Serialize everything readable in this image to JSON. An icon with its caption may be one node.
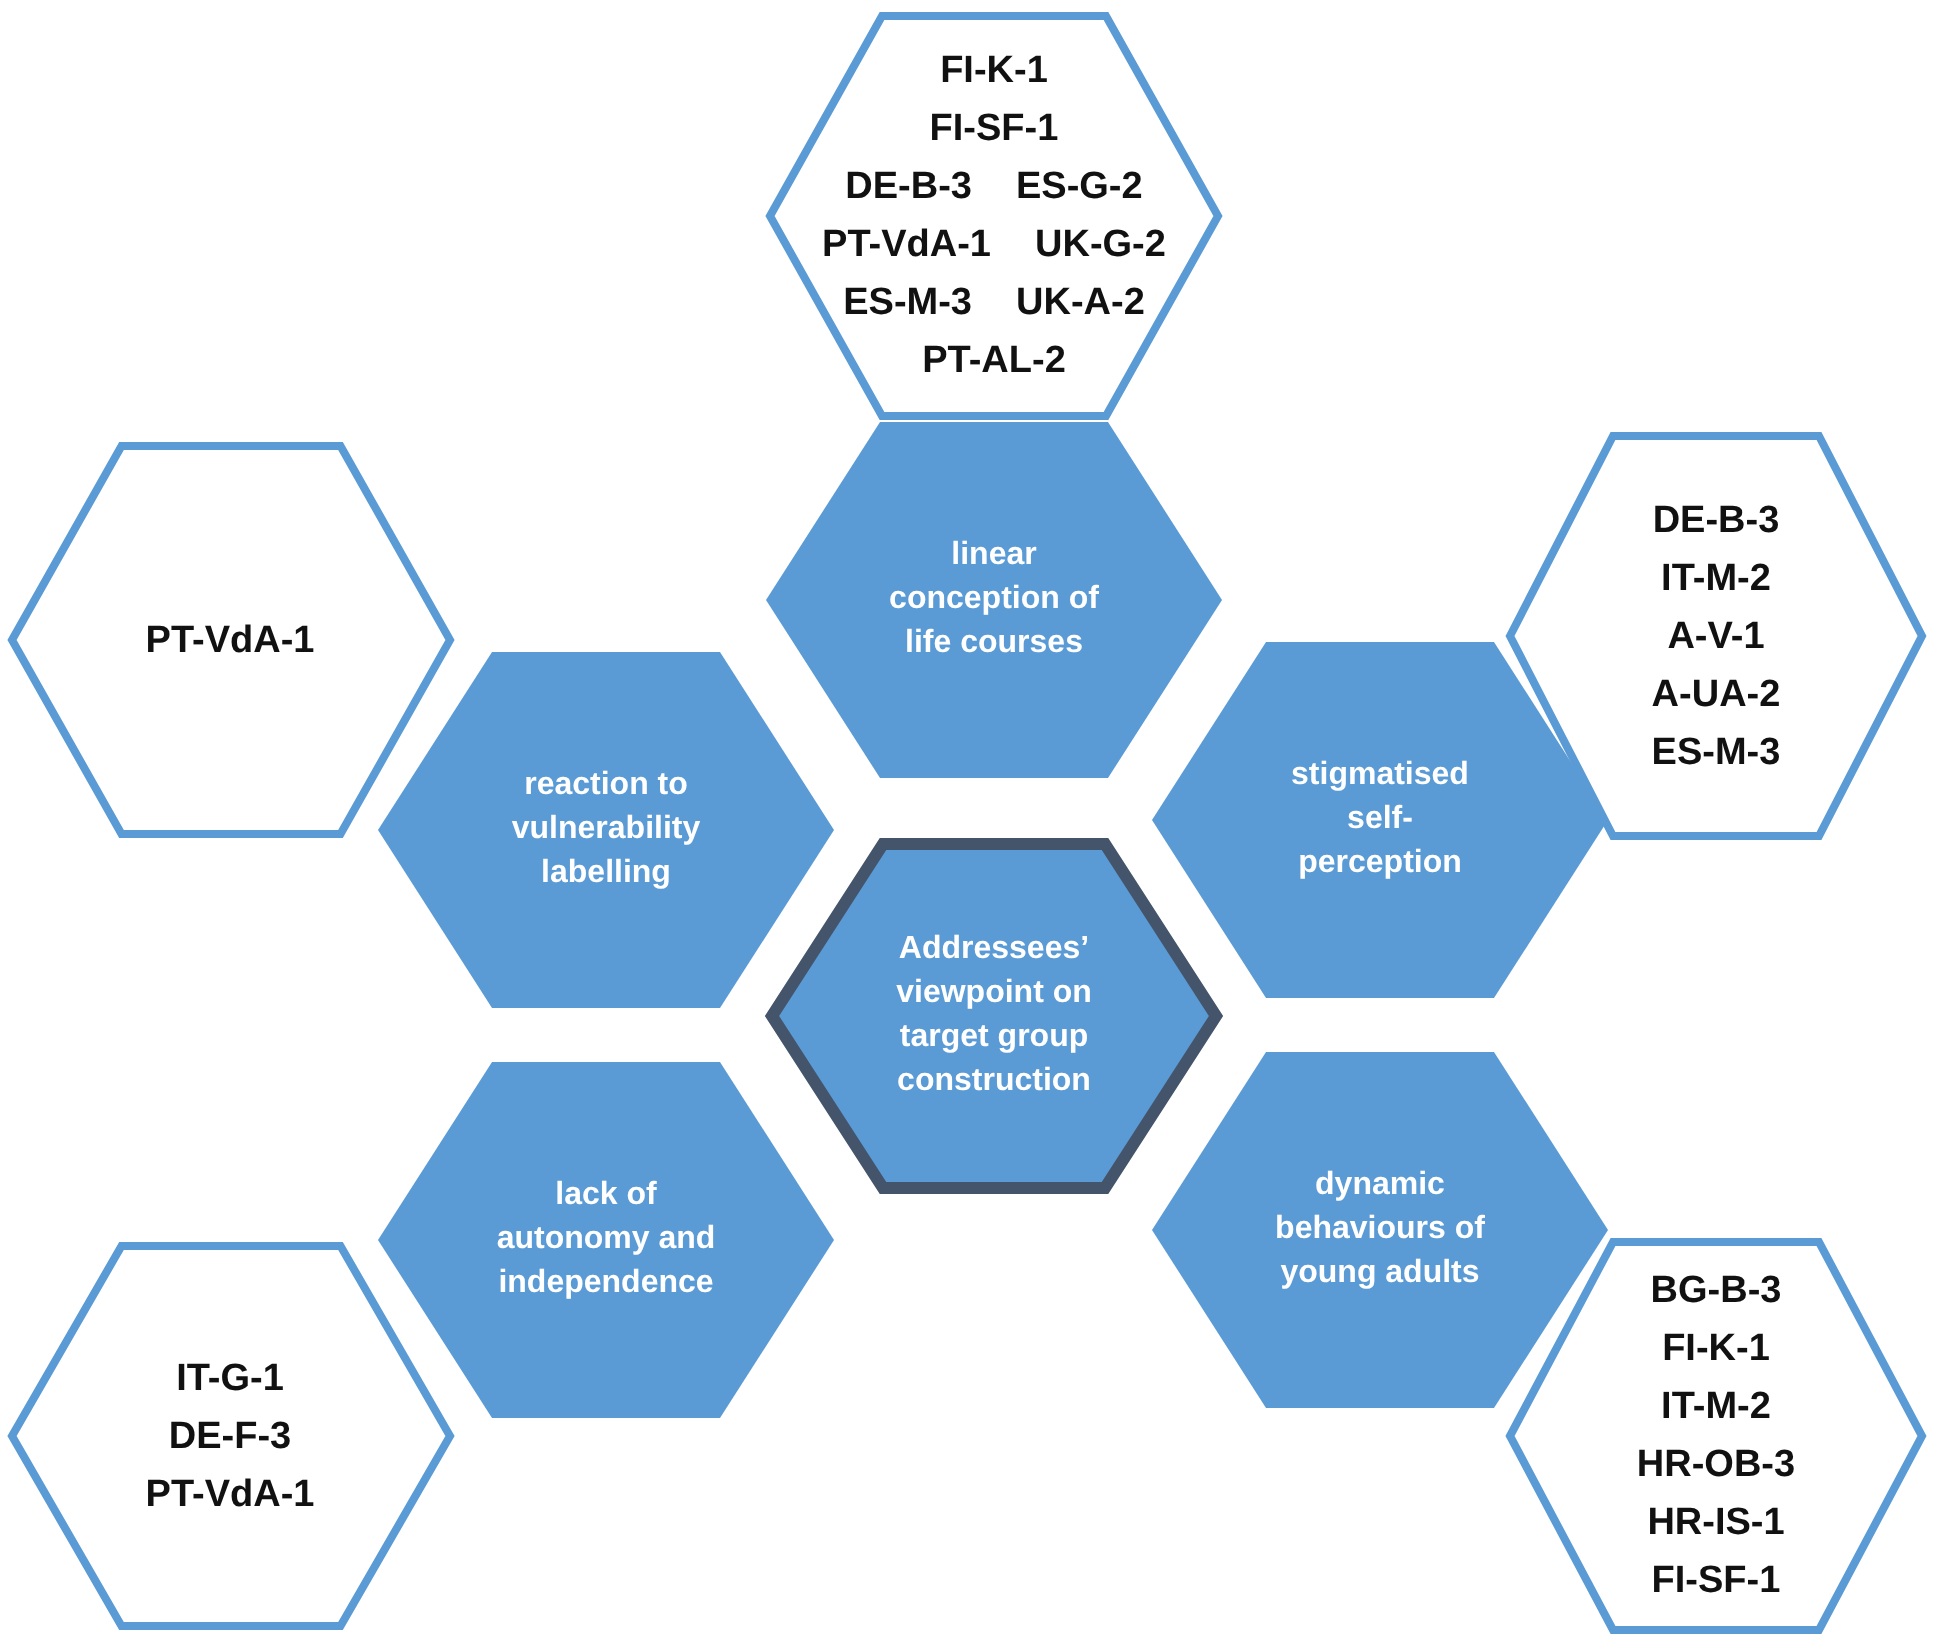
{
  "diagram": {
    "nodes": [
      {
        "text": [
          "FI-K-1",
          "FI-SF-1",
          "DE-B-3",
          "ES-G-2",
          "PT-VdA-1",
          "UK-G-2",
          "ES-M-3",
          "UK-A-2",
          "PT-AL-2"
        ]
      },
      {
        "text": [
          "linear conception of life courses"
        ]
      },
      {
        "text": [
          "PT-VdA-1"
        ]
      },
      {
        "text": [
          "DE-B-3",
          "IT-M-2",
          "A-V-1",
          "A-UA-2",
          "ES-M-3"
        ]
      },
      {
        "text": [
          "reaction to vulnerability labelling"
        ]
      },
      {
        "text": [
          "stigmatised self-perception"
        ]
      },
      {
        "text": [
          "Addressees’ viewpoint on target group construction"
        ]
      },
      {
        "text": [
          "lack of autonomy and independence"
        ]
      },
      {
        "text": [
          "dynamic behaviours of young adults"
        ]
      },
      {
        "text": [
          "IT-G-1",
          "DE-F-3",
          "PT-VdA-1"
        ]
      },
      {
        "text": [
          "BG-B-3",
          "FI-K-1",
          "IT-M-2",
          "HR-OB-3",
          "HR-IS-1",
          "FI-SF-1"
        ]
      }
    ]
  }
}
